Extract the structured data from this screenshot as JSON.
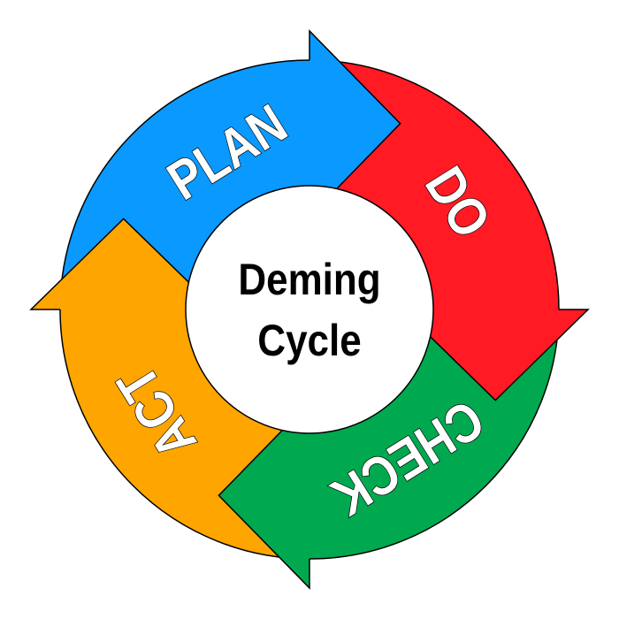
{
  "title_line1": "Deming",
  "title_line2": "Cycle",
  "stages": [
    {
      "label": "PLAN",
      "color": "#0a99ff"
    },
    {
      "label": "DO",
      "color": "#ff1a24"
    },
    {
      "label": "CHECK",
      "color": "#00a84f"
    },
    {
      "label": "ACT",
      "color": "#ffa500"
    }
  ]
}
